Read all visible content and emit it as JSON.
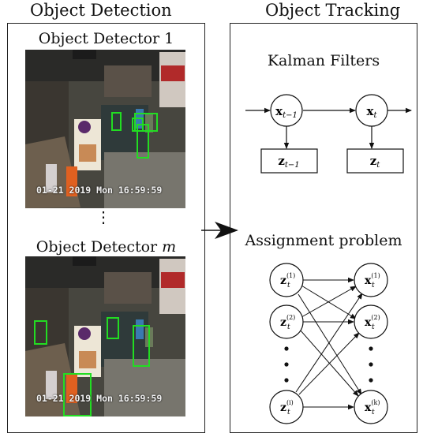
{
  "headers": {
    "left": "Object Detection",
    "right": "Object Tracking"
  },
  "detection": {
    "detector_top": "Object Detector 1",
    "detector_bottom_prefix": "Object Detector ",
    "detector_bottom_var": "m",
    "ellipsis": "⋮",
    "timestamp": "01-21 2019 Mon 16:59:59"
  },
  "tracking": {
    "kalman_title": "Kalman Filters",
    "assignment_title": "Assignment problem",
    "states": [
      "x",
      "t−1",
      "x",
      "t"
    ],
    "observations": [
      "z",
      "t−1",
      "z",
      "t"
    ],
    "left_nodes": [
      {
        "base": "z",
        "sub": "t",
        "sup": "(1)"
      },
      {
        "base": "z",
        "sub": "t",
        "sup": "(2)"
      },
      {
        "base": "z",
        "sub": "t",
        "sup": "(i)"
      }
    ],
    "right_nodes": [
      {
        "base": "x",
        "sub": "t",
        "sup": "(1)"
      },
      {
        "base": "x",
        "sub": "t",
        "sup": "(2)"
      },
      {
        "base": "x",
        "sub": "t",
        "sup": "(k)"
      }
    ]
  },
  "colors": {
    "detection_box": "#22dd22",
    "line": "#111111"
  }
}
